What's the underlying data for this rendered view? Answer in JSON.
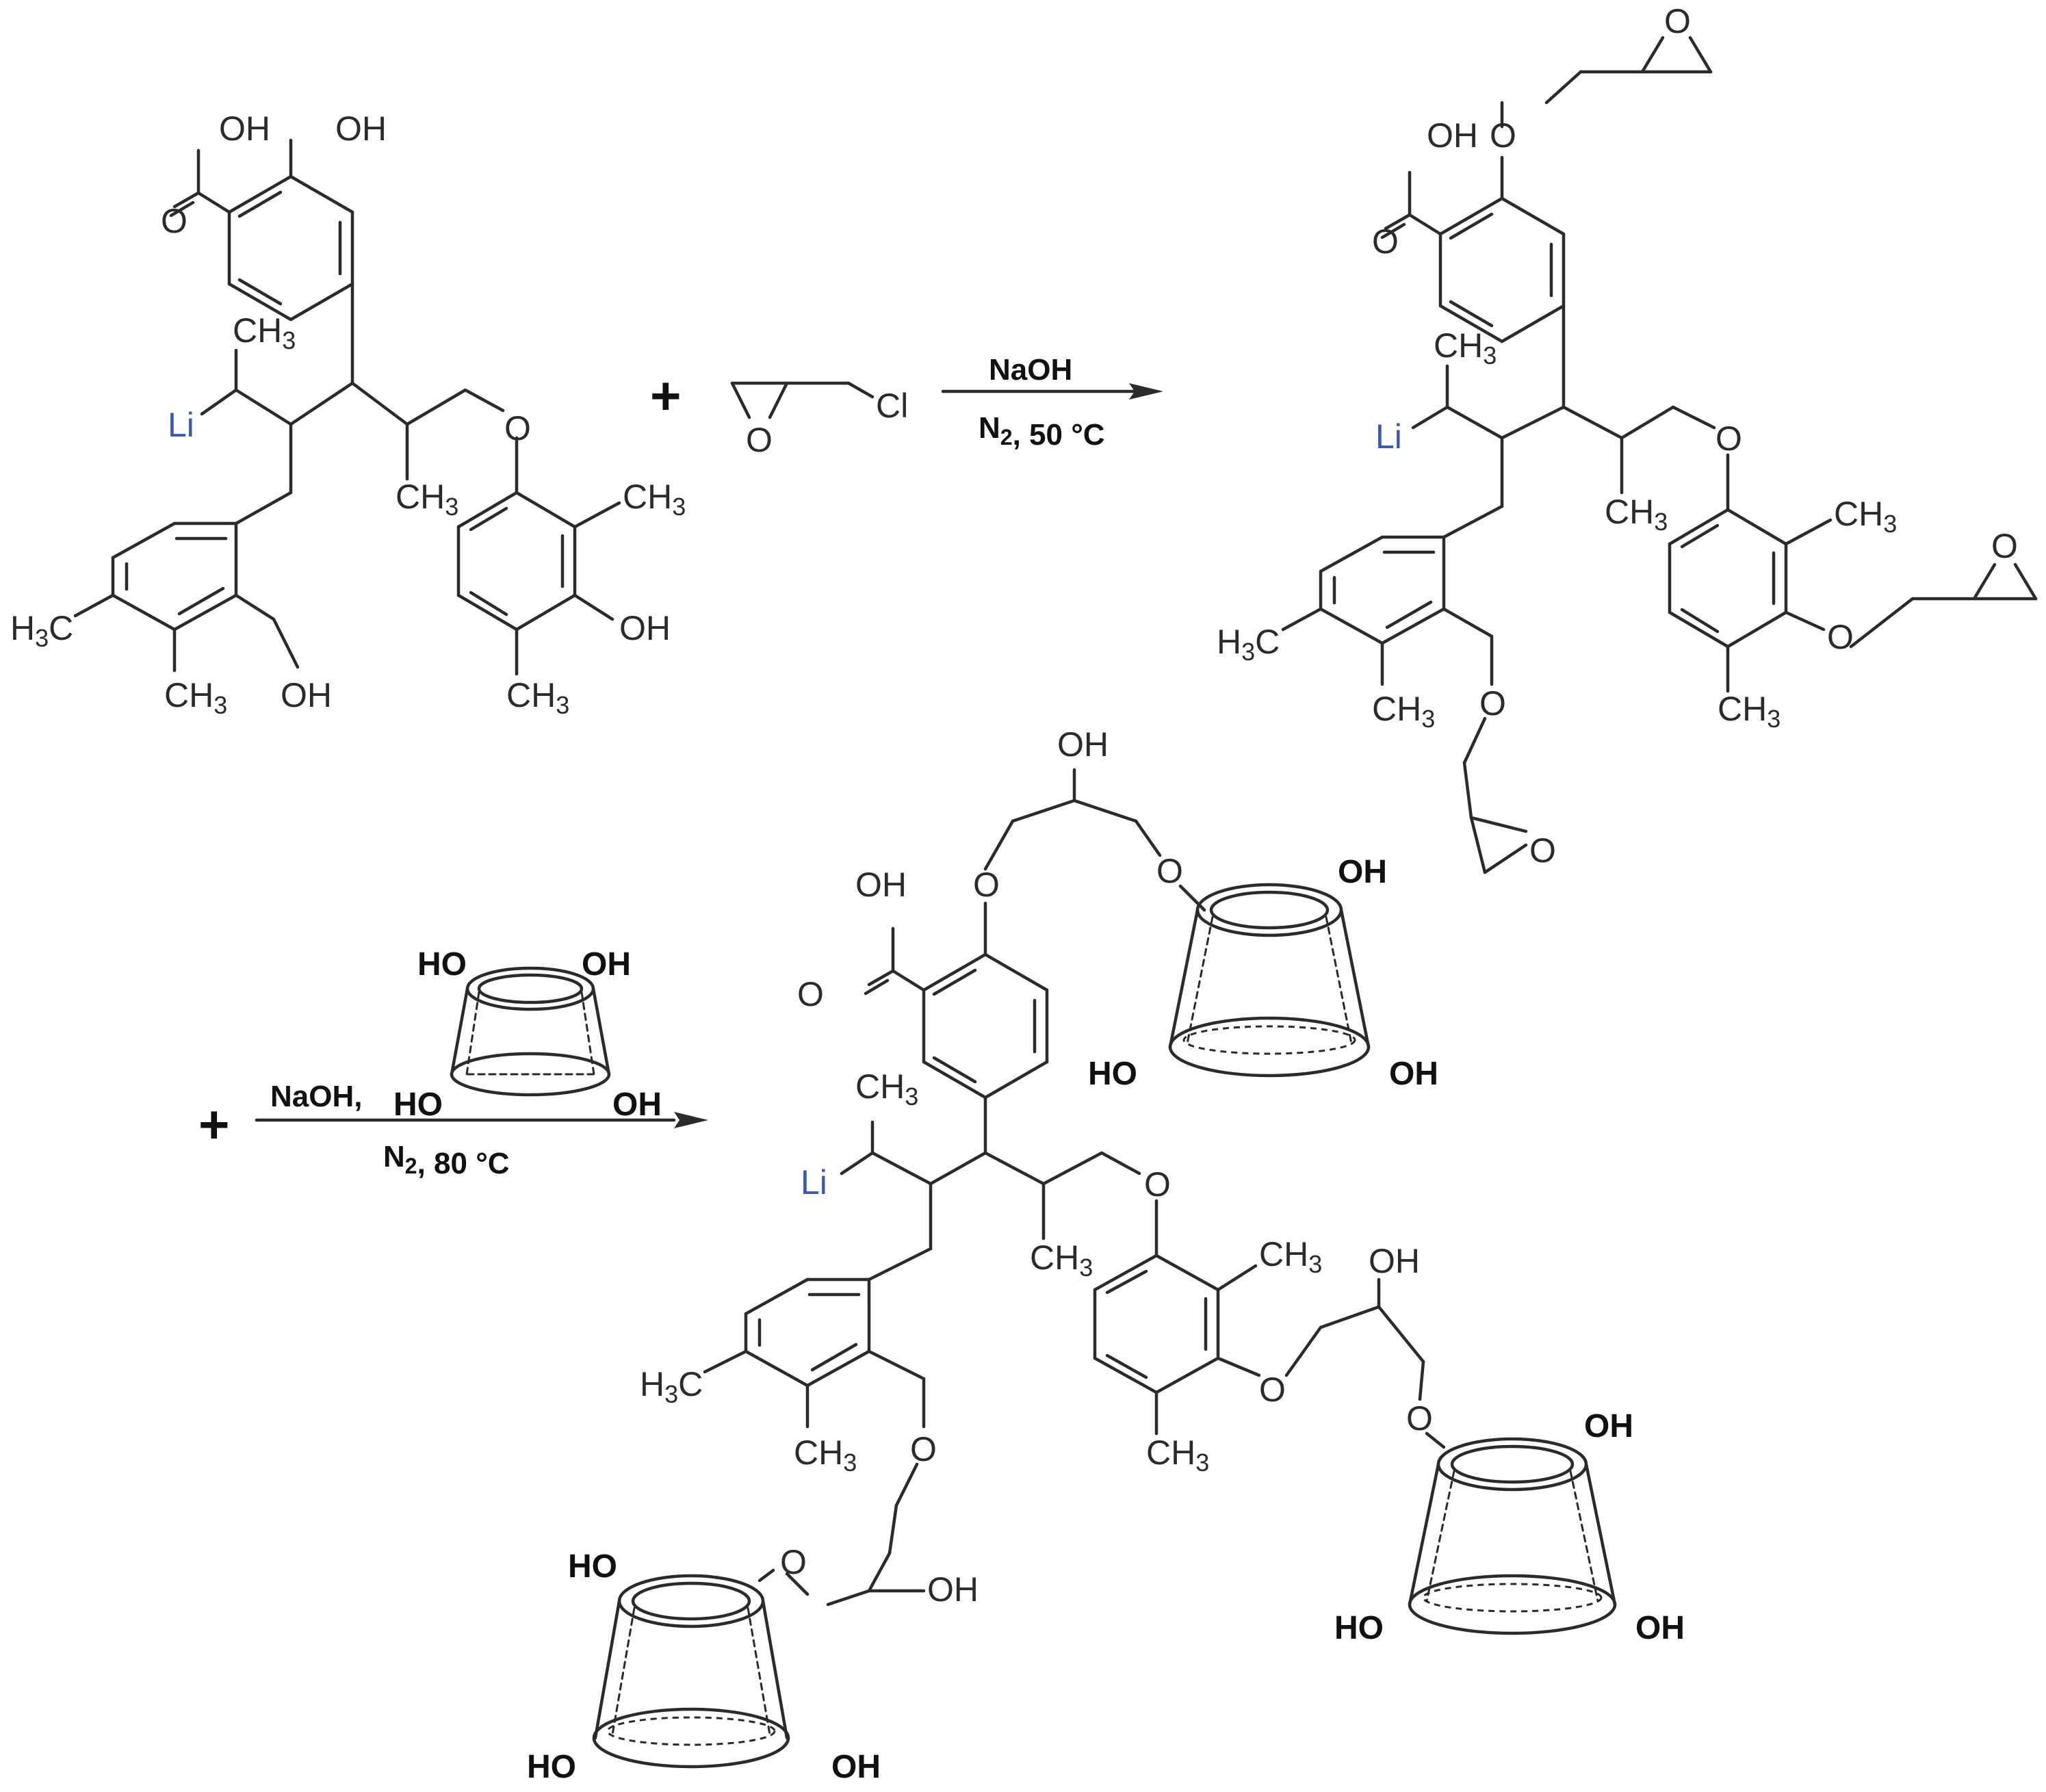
{
  "reactant": {
    "cooh_oh": "OH",
    "cooh_o": "O",
    "phenol_oh": "OH",
    "methyl_top": "CH3",
    "li": "Li",
    "methyl_mid": "CH3",
    "ether_o": "O",
    "methyl_ring_r": "CH3",
    "phenol_oh2": "OH",
    "methyl_ring_b": "CH3",
    "h3c": "H3C",
    "methyl_bl": "CH3",
    "ch2oh": "OH"
  },
  "plus_1": "+",
  "plus_2": "+",
  "epichlorohydrin": {
    "o": "O",
    "cl": "Cl"
  },
  "step1": {
    "reagent": "NaOH",
    "conditions": "N2, 50 °C"
  },
  "intermediate": {
    "cooh_oh": "OH",
    "cooh_o": "O",
    "aryl_o": "O",
    "epox1_o": "O",
    "methyl_top": "CH3",
    "li": "Li",
    "methyl_mid": "CH3",
    "ether_o": "O",
    "methyl_ring_r": "CH3",
    "aryl_o2": "O",
    "epox2_o": "O",
    "methyl_ring_b": "CH3",
    "h3c": "H3C",
    "methyl_bl": "CH3",
    "benzyl_o": "O",
    "epox3_o": "O"
  },
  "cyclodextrin_reagent": {
    "ho_tl": "HO",
    "oh_tr": "OH",
    "ho_bl": "HO",
    "oh_br": "OH"
  },
  "step2": {
    "reagent": "NaOH,",
    "conditions": "N2, 80 °C"
  },
  "product": {
    "linker1_oh": "OH",
    "cooh_oh": "OH",
    "cooh_o": "O",
    "aryl_o": "O",
    "linker1_o": "O",
    "cd1": {
      "oh_tr": "OH",
      "ho_bl": "HO",
      "oh_br": "OH"
    },
    "methyl_top": "CH3",
    "li": "Li",
    "methyl_mid": "CH3",
    "ether_o": "O",
    "methyl_ring_r": "CH3",
    "linker2_oh": "OH",
    "aryl_o2": "O",
    "linker2_o": "O",
    "methyl_ring_b": "CH3",
    "h3c": "H3C",
    "methyl_bl": "CH3",
    "benzyl_o": "O",
    "cd2": {
      "oh_tr": "OH",
      "ho_bl": "HO",
      "oh_br": "OH"
    },
    "linker3_o": "O",
    "linker3_oh": "OH",
    "cd3": {
      "ho_tl": "HO",
      "ho_bl": "HO",
      "oh_br": "OH"
    }
  }
}
